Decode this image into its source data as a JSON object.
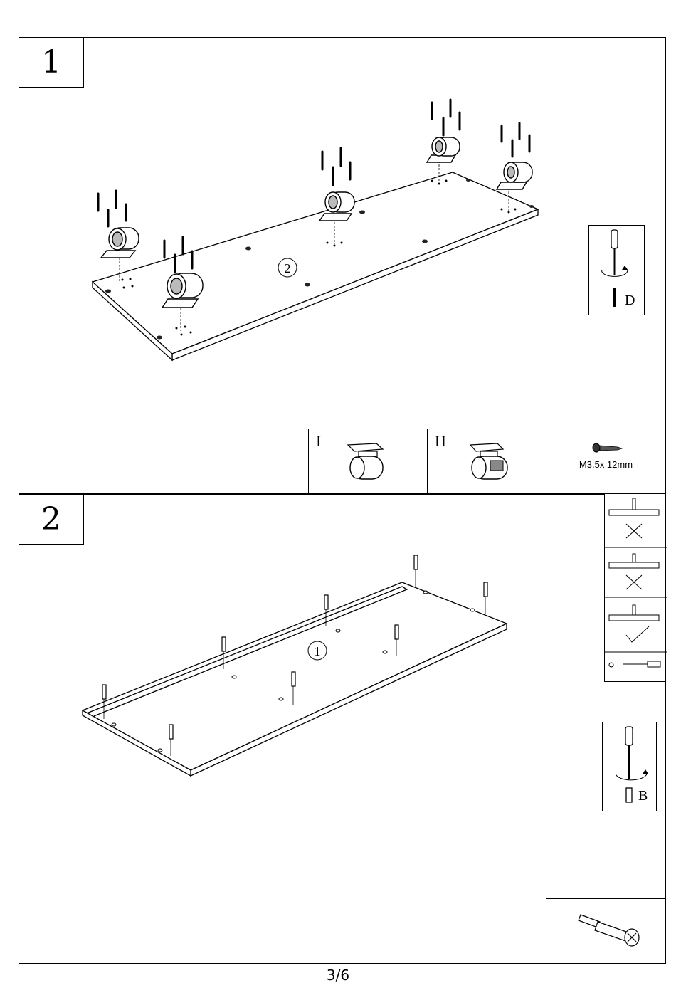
{
  "steps": [
    {
      "number": "1",
      "part_label": "2",
      "tool_label": "D",
      "parts": [
        {
          "label": "I",
          "icon": "caster-wheel-icon"
        },
        {
          "label": "H",
          "icon": "locking-caster-wheel-icon"
        },
        {
          "label": "",
          "text": "M3.5x 12mm",
          "icon": "screw-icon"
        }
      ]
    },
    {
      "number": "2",
      "part_label": "1",
      "tool_label": "B",
      "insertion_guide": [
        "wrong",
        "wrong",
        "correct"
      ]
    }
  ],
  "footer": {
    "page": "3/6"
  }
}
